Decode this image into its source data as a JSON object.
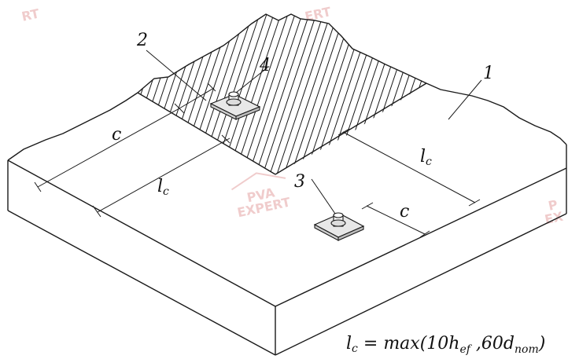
{
  "callouts": {
    "n1": "1",
    "n2": "2",
    "n3": "3",
    "n4": "4"
  },
  "dimensions": {
    "c_upper": "c",
    "lc_upper_main": "l",
    "lc_upper_sub": "c",
    "lc_right_main": "l",
    "lc_right_sub": "c",
    "c_lower": "c"
  },
  "formula": {
    "lhs_main": "l",
    "lhs_sub": "c",
    "equals": " = ",
    "func": "max(10h",
    "sub1": "ef",
    "sep": " ,60d",
    "sub2": "nom",
    "close": ")"
  },
  "watermark": {
    "line1": "PVA",
    "line2": "EXPERT",
    "color": "#e3a3a3"
  }
}
